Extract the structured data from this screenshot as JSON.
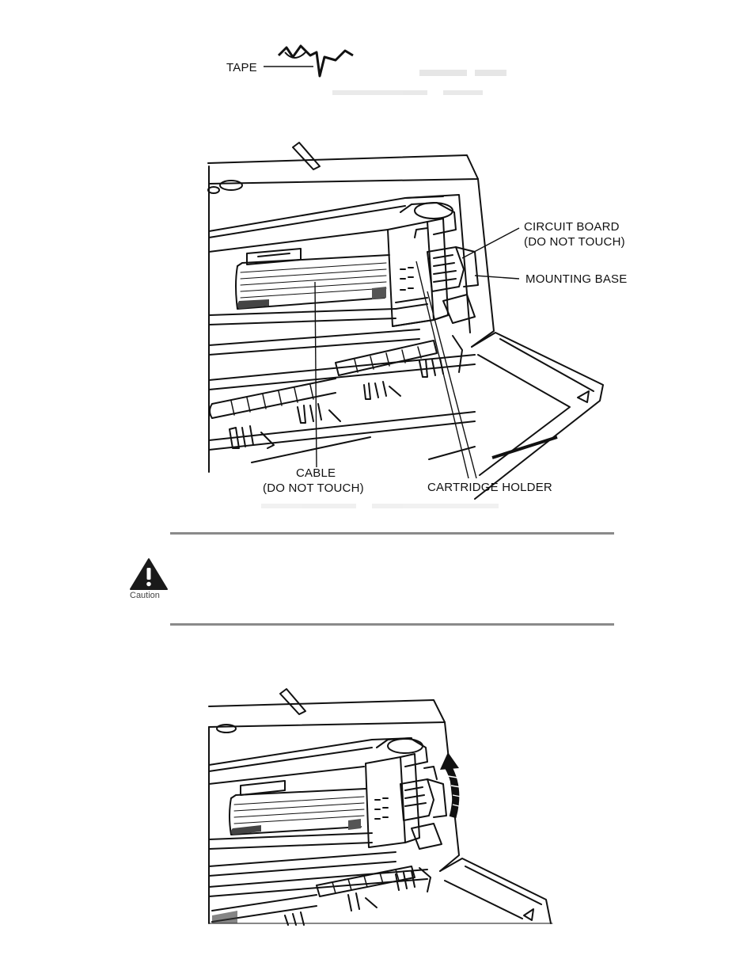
{
  "figure_top": {
    "labels": {
      "tape": "TAPE"
    }
  },
  "figure_main": {
    "labels": {
      "circuit_board_line1": "CIRCUIT BOARD",
      "circuit_board_line2": "(DO NOT TOUCH)",
      "mounting_base": "MOUNTING BASE",
      "cable_line1": "CABLE",
      "cable_line2": "(DO NOT TOUCH)",
      "cartridge_holder": "CARTRIDGE HOLDER"
    }
  },
  "caution_box": {
    "icon_label": "Caution",
    "icon": "warning-triangle-icon"
  },
  "figure_bottom": {
    "icon": "rotate-arrow-icon"
  }
}
